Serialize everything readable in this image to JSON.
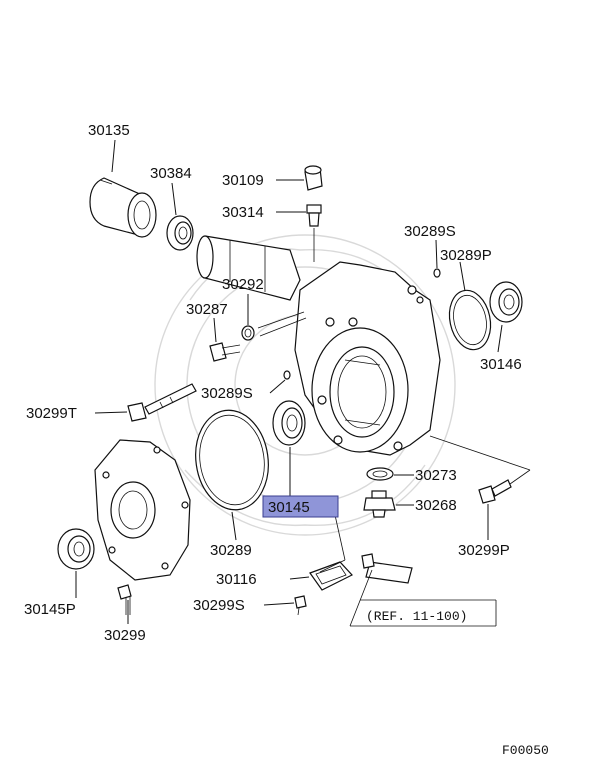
{
  "diagram": {
    "highlighted_part": "30145",
    "highlight_color": "#8f95d8",
    "labels": {
      "p30135": "30135",
      "p30384": "30384",
      "p30109": "30109",
      "p30314": "30314",
      "p30289S_top": "30289S",
      "p30289P": "30289P",
      "p30292": "30292",
      "p30287": "30287",
      "p30146": "30146",
      "p30289S_mid": "30289S",
      "p30299T": "30299T",
      "p30145": "30145",
      "p30273": "30273",
      "p30268": "30268",
      "p30289": "30289",
      "p30299P": "30299P",
      "p30116": "30116",
      "p30145P": "30145P",
      "p30299S": "30299S",
      "p30299": "30299",
      "ref": "(REF. 11-100)",
      "figure_code": "F00050"
    }
  }
}
